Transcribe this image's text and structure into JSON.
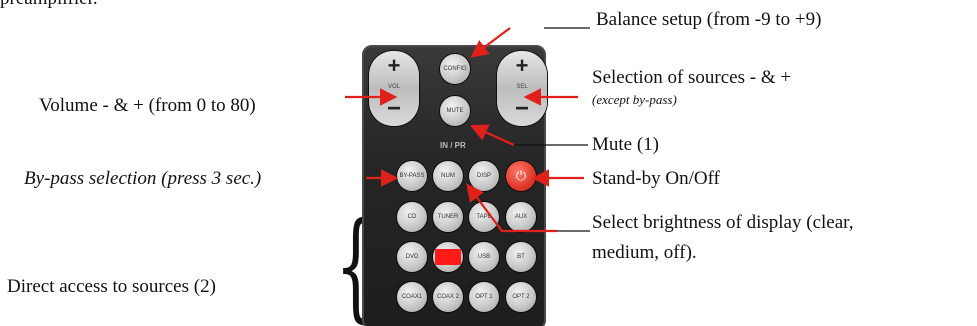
{
  "top_fragment": "preamplifier.",
  "labels": {
    "balance": "Balance setup (from -9 to +9)",
    "volume": "Volume - & + (from 0 to 80)",
    "sources_selection": "Selection of sources - & +",
    "sources_selection_note": "(except by-pass)",
    "mute": "Mute (1)",
    "bypass": "By-pass selection (press  3 sec.)",
    "standby": "Stand-by On/Off",
    "brightness_line1": "Select brightness of display (clear,",
    "brightness_line2": "medium, off).",
    "direct_access": "Direct access to sources (2)",
    "brace": "{"
  },
  "remote": {
    "vol_plus": "+",
    "vol_minus": "−",
    "vol_label": "VOL",
    "sel_plus": "+",
    "sel_minus": "−",
    "sel_label": "SEL",
    "config": "CONFIG",
    "mute": "MUTE",
    "in_pr": "IN / PR",
    "row1": [
      "BY-PASS",
      "NUM",
      "DISP"
    ],
    "power": "⏻",
    "row2": [
      "CD",
      "TUNER",
      "TAPE",
      "AUX"
    ],
    "row3": [
      "DVD",
      "",
      "USB",
      "BT"
    ],
    "row4": [
      "COAX1",
      "COAX 2",
      "OPT 1",
      "OPT 2"
    ]
  },
  "colors": {
    "arrow": "#e0201b",
    "remote_body": "#262626",
    "power_button": "#e0392b"
  }
}
